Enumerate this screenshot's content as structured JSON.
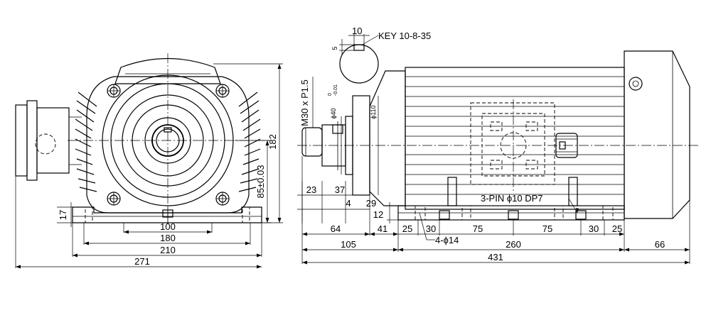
{
  "front_view": {
    "dims": {
      "d100": "100",
      "d180": "180",
      "d210": "210",
      "d271": "271",
      "d17": "17",
      "d85": "85±0.03",
      "d182": "182"
    }
  },
  "side_view": {
    "key_label": "KEY 10-8-35",
    "key_width": "10",
    "key_depth": "5",
    "thread_label": "M30 x P1.5",
    "spigot_label": "ϕ40",
    "spigot_tol_upper": "0",
    "spigot_tol_lower": "-0.01",
    "flange_dia": "ϕ110",
    "pin_label": "3-PIN ϕ10 DP7",
    "hole_label": "4-ϕ14",
    "dims": {
      "d23": "23",
      "d37": "37",
      "d4": "4",
      "d29": "29",
      "d12": "12",
      "d64": "64",
      "d41": "41",
      "d25a": "25",
      "d30a": "30",
      "d75a": "75",
      "d75b": "75",
      "d30b": "30",
      "d25b": "25",
      "d105": "105",
      "d260": "260",
      "d66": "66",
      "d431": "431"
    }
  }
}
